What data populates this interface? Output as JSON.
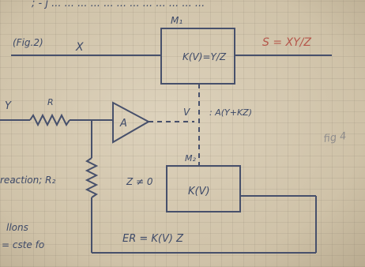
{
  "header_fragment": "; - j ... ... ... ... ... ... ... ... ... ... ... ...",
  "labels": {
    "fig_ref": "(Fig.2)",
    "input_x": "X",
    "input_y": "Y",
    "resistor_r": "R",
    "amplifier": "A",
    "v_label": "V",
    "m1_label": "M₁",
    "m1_formula": "K(V)=Y/Z",
    "output_s": "S = XY/Z",
    "feedback_note": ": A(Y+KZ)",
    "m2_label": "M₂",
    "z_note": "Z ≠ 0",
    "m2_box": "K(V)",
    "reaction": "reaction; R₂",
    "fig_margin": "fig 4",
    "bottom_left_1": "llons",
    "bottom_left_2": "= cste fo",
    "er_formula": "ER = K(V) Z"
  },
  "colors": {
    "ink": "#47506b",
    "red_ink": "#b5574b",
    "paper": "#d8ccb4"
  }
}
